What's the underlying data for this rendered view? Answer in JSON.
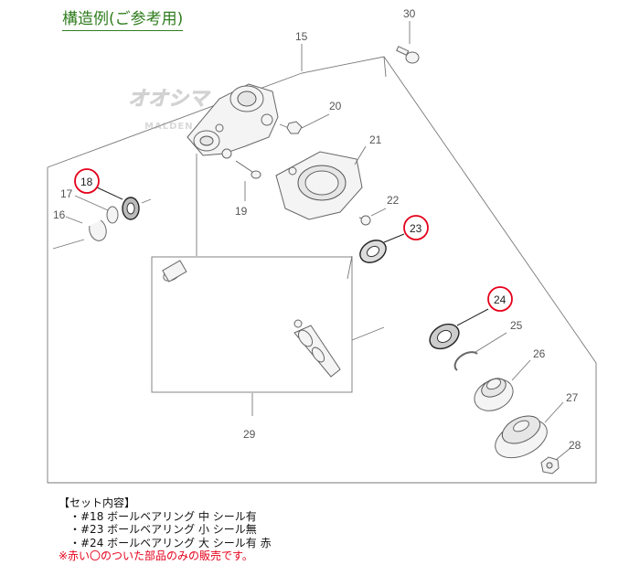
{
  "title": "構造例(ご参考用)",
  "watermark": {
    "main": "オオシマ",
    "sub": "MALDEN"
  },
  "callouts": {
    "n30": "30",
    "n15": "15",
    "n20": "20",
    "n21": "21",
    "n18": "18",
    "n17": "17",
    "n16": "16",
    "n19": "19",
    "n22": "22",
    "n23": "23",
    "n24": "24",
    "n25": "25",
    "n26": "26",
    "n27": "27",
    "n28": "28",
    "n29": "29"
  },
  "highlighted_parts": [
    "18",
    "23",
    "24"
  ],
  "highlight_color": "#e5001b",
  "set_contents": {
    "heading": "【セット内容】",
    "items": [
      "・#18 ボールベアリング 中 シール有",
      "・#23 ボールベアリング 小 シール無",
      "・#24 ボールベアリング 大 シール有 赤"
    ],
    "remark": "※赤い〇のついた部品のみの販売です。"
  }
}
